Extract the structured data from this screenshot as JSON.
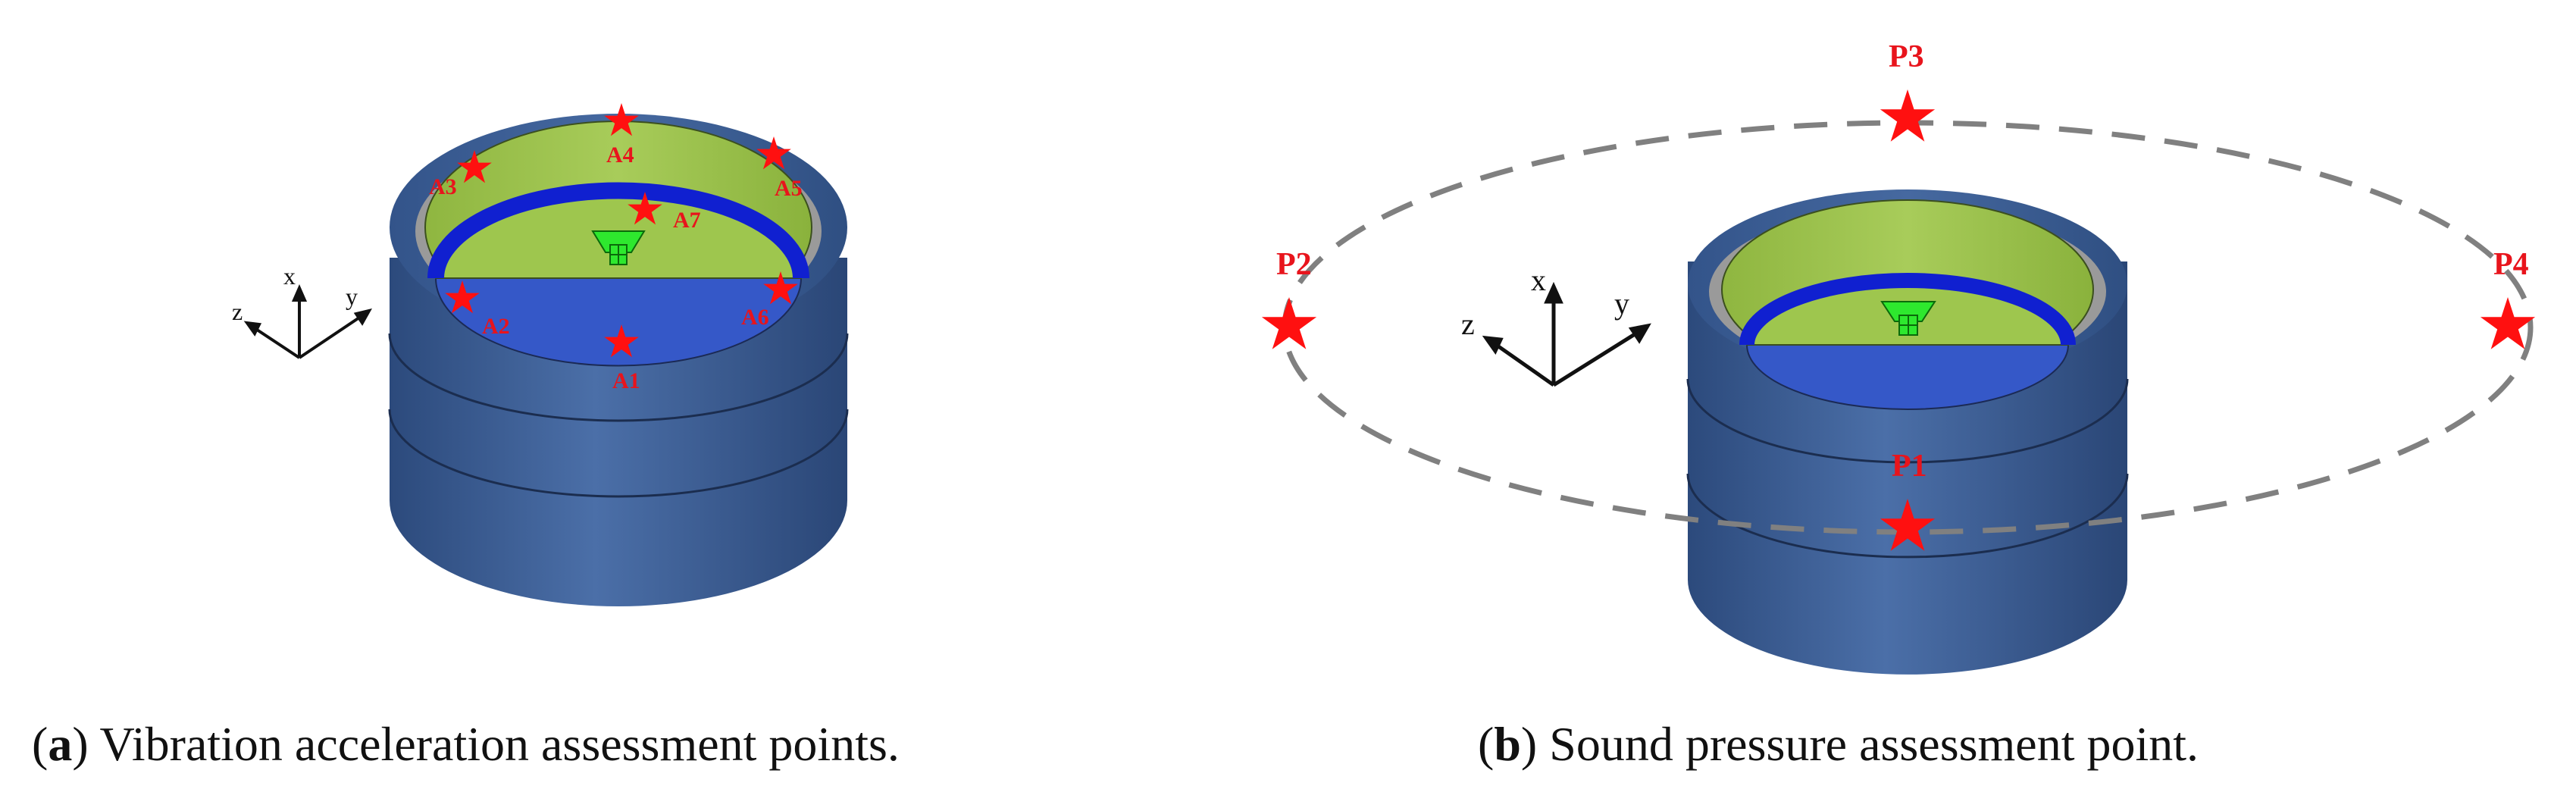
{
  "panel_a": {
    "points": [
      "A1",
      "A2",
      "A3",
      "A4",
      "A5",
      "A6",
      "A7"
    ],
    "axes": {
      "x": "x",
      "y": "y",
      "z": "z"
    },
    "caption": {
      "letter": "a",
      "text": " Vibration acceleration assessment points."
    }
  },
  "panel_b": {
    "points": [
      "P1",
      "P2",
      "P3",
      "P4"
    ],
    "axes": {
      "x": "x",
      "y": "y",
      "z": "z"
    },
    "caption": {
      "letter": "b",
      "text": " Sound pressure assessment point."
    }
  },
  "colors": {
    "shell_blue": "#3d5f97",
    "ring_green": "#9dc24d",
    "inner_ring_blue": "#1020d0",
    "star_red": "#ff1010",
    "label_red": "#e8141c",
    "dashed_gray": "#808080"
  }
}
